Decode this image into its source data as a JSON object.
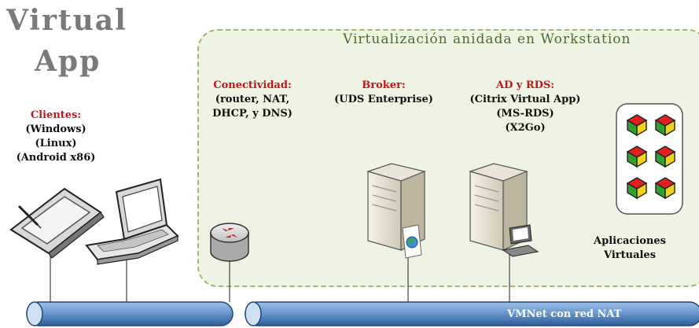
{
  "title": {
    "line1": "Virtual",
    "line2": "App"
  },
  "region": {
    "title": "Virtualización anidada en Workstation"
  },
  "clients": {
    "heading": "Clientes:",
    "lines": [
      "(Windows)",
      "(Linux)",
      "(Android x86)"
    ]
  },
  "connectivity": {
    "heading": "Conectividad:",
    "lines": [
      "(router, NAT,",
      "DHCP, y DNS)"
    ]
  },
  "broker": {
    "heading": "Broker:",
    "lines": [
      "(UDS Enterprise)"
    ]
  },
  "rds": {
    "heading": "AD y RDS:",
    "lines": [
      "(Citrix Virtual App)",
      "(MS-RDS)",
      "(X2Go)"
    ]
  },
  "apps": {
    "lines": [
      "Aplicaciones",
      "Virtuales"
    ]
  },
  "network": {
    "label": "VMNet con red NAT"
  },
  "colors": {
    "red_label": "#c0161c",
    "region_border": "#9cba6c",
    "region_fill": "#eef3e3",
    "pipe": "#4f7fb8"
  },
  "icons": [
    "tablet-icon",
    "laptop-icon",
    "router-icon",
    "server-icon",
    "globe-icon",
    "workstation-icon",
    "app-cube-icon"
  ]
}
